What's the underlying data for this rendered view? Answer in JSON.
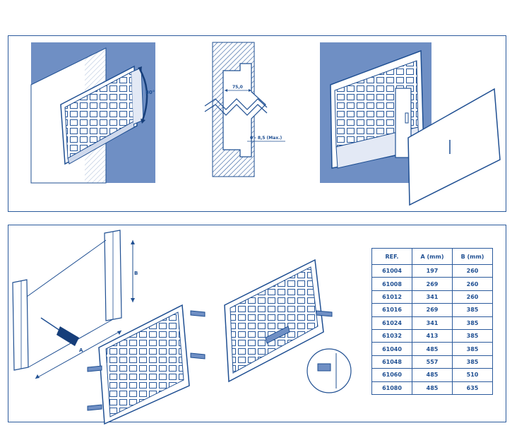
{
  "top": {
    "angle_label": "80°",
    "width_label": "75,0",
    "depth_label": "0 - 8,5 (Max.)"
  },
  "bottom": {
    "dim_a": "A",
    "dim_b": "B"
  },
  "table": {
    "headers": [
      "REF.",
      "A (mm)",
      "B (mm)"
    ],
    "rows": [
      [
        "61004",
        "197",
        "260"
      ],
      [
        "61008",
        "269",
        "260"
      ],
      [
        "61012",
        "341",
        "260"
      ],
      [
        "61016",
        "269",
        "385"
      ],
      [
        "61024",
        "341",
        "385"
      ],
      [
        "61032",
        "413",
        "385"
      ],
      [
        "61040",
        "485",
        "385"
      ],
      [
        "61048",
        "557",
        "385"
      ],
      [
        "61060",
        "485",
        "510"
      ],
      [
        "61080",
        "485",
        "635"
      ]
    ]
  },
  "colors": {
    "line": "#1f4f92",
    "panel_fill": "#6f8fc4",
    "accent_dark": "#163e7a"
  }
}
